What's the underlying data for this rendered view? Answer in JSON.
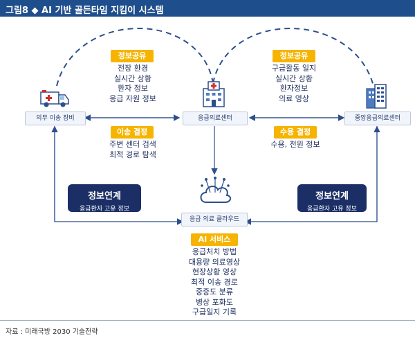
{
  "title": "그림8 ◆ AI 기반 골든타임 지킴이 시스템",
  "nodes": {
    "ambulance": "의무 이송 장비",
    "emergency_center": "응급의료센터",
    "central_center": "중앙응급의료센터",
    "cloud": "응급 의료 클라우드"
  },
  "left_info": {
    "label": "정보공유",
    "items": [
      "전장 환경",
      "실시간 상황",
      "환자 정보",
      "응급 자원 정보"
    ]
  },
  "right_info": {
    "label": "정보공유",
    "items": [
      "구급활동 일지",
      "실시간 상황",
      "환자정보",
      "의료 영상"
    ]
  },
  "transfer": {
    "label": "이송 결정",
    "items": [
      "주변 센터 검색",
      "최적 경로 탐색"
    ]
  },
  "accept": {
    "label": "수용 결정",
    "items": [
      "수용, 전원 정보"
    ]
  },
  "link_left": {
    "title": "정보연계",
    "sub": "응급환자 고유 정보"
  },
  "link_right": {
    "title": "정보연계",
    "sub": "응급환자 고유 정보"
  },
  "ai": {
    "label": "AI 서비스",
    "items": [
      "응급처치 방법",
      "대용량 의료영상",
      "현장상황 영상",
      "최적 이송 경로",
      "중증도 분류",
      "병상 포화도",
      "구급일지 기록"
    ]
  },
  "source": "자료 : 미래국방 2030 기술전략",
  "colors": {
    "title_bg": "#1f4e8c",
    "accent": "#f6b400",
    "navy": "#1b2f66",
    "line": "#2c4f8c"
  }
}
